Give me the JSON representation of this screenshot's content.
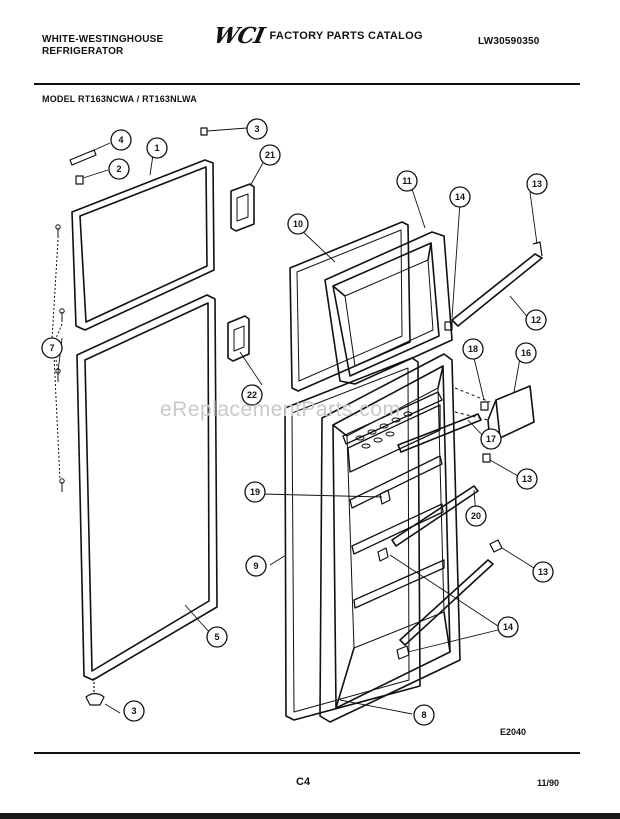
{
  "header": {
    "brand_line1": "WHITE-WESTINGHOUSE",
    "brand_line2": "REFRIGERATOR",
    "logo": "WCI",
    "catalog_title": "FACTORY PARTS CATALOG",
    "catalog_number": "LW30590350"
  },
  "model": "MODEL RT163NCWA / RT163NLWA",
  "watermark": "eReplacementParts.com",
  "figure_code": "E2040",
  "footer": {
    "page": "C4",
    "date": "11/90"
  },
  "callouts": {
    "c1": "1",
    "c2": "2",
    "c3a": "3",
    "c3b": "3",
    "c4": "4",
    "c5": "5",
    "c7": "7",
    "c8": "8",
    "c9": "9",
    "c10": "10",
    "c11": "11",
    "c12": "12",
    "c13a": "13",
    "c13b": "13",
    "c13c": "13",
    "c14a": "14",
    "c14b": "14",
    "c16": "16",
    "c17": "17",
    "c18": "18",
    "c19": "19",
    "c20": "20",
    "c21": "21",
    "c22": "22"
  }
}
